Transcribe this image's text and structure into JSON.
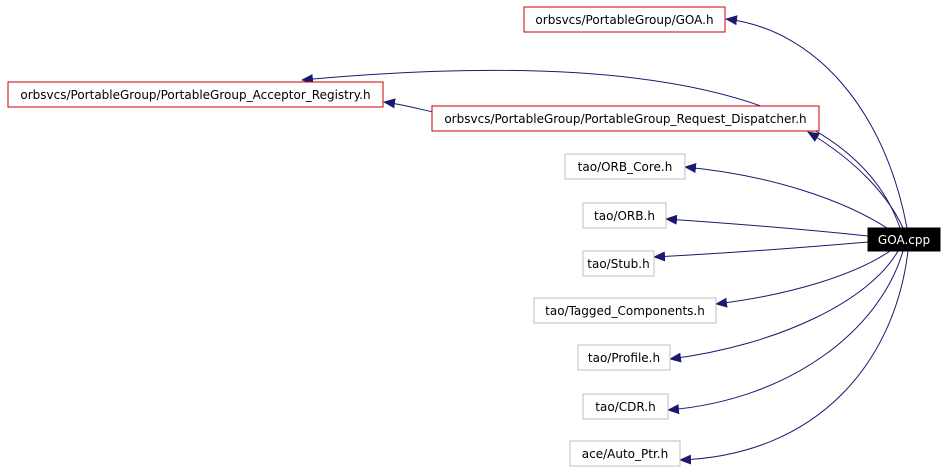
{
  "diagram": {
    "root": {
      "label": "GOA.cpp",
      "fill": "#000000",
      "text_color": "#ffffff"
    },
    "nodes": [
      {
        "id": "goa_h",
        "label": "orbsvcs/PortableGroup/GOA.h",
        "border": "#cc0000"
      },
      {
        "id": "acceptor_registry_h",
        "label": "orbsvcs/PortableGroup/PortableGroup_Acceptor_Registry.h",
        "border": "#cc0000"
      },
      {
        "id": "request_dispatcher_h",
        "label": "orbsvcs/PortableGroup/PortableGroup_Request_Dispatcher.h",
        "border": "#cc0000"
      },
      {
        "id": "orb_core_h",
        "label": "tao/ORB_Core.h",
        "border": "#bfbfbf"
      },
      {
        "id": "orb_h",
        "label": "tao/ORB.h",
        "border": "#bfbfbf"
      },
      {
        "id": "stub_h",
        "label": "tao/Stub.h",
        "border": "#bfbfbf"
      },
      {
        "id": "tagged_components_h",
        "label": "tao/Tagged_Components.h",
        "border": "#bfbfbf"
      },
      {
        "id": "profile_h",
        "label": "tao/Profile.h",
        "border": "#bfbfbf"
      },
      {
        "id": "cdr_h",
        "label": "tao/CDR.h",
        "border": "#bfbfbf"
      },
      {
        "id": "auto_ptr_h",
        "label": "ace/Auto_Ptr.h",
        "border": "#bfbfbf"
      }
    ],
    "edges": [
      {
        "from": "GOA.cpp",
        "to": "goa_h"
      },
      {
        "from": "GOA.cpp",
        "to": "acceptor_registry_h"
      },
      {
        "from": "GOA.cpp",
        "to": "request_dispatcher_h"
      },
      {
        "from": "request_dispatcher_h",
        "to": "acceptor_registry_h"
      },
      {
        "from": "GOA.cpp",
        "to": "orb_core_h"
      },
      {
        "from": "GOA.cpp",
        "to": "orb_h"
      },
      {
        "from": "GOA.cpp",
        "to": "stub_h"
      },
      {
        "from": "GOA.cpp",
        "to": "tagged_components_h"
      },
      {
        "from": "GOA.cpp",
        "to": "profile_h"
      },
      {
        "from": "GOA.cpp",
        "to": "cdr_h"
      },
      {
        "from": "GOA.cpp",
        "to": "auto_ptr_h"
      }
    ],
    "edge_color": "#191970"
  }
}
